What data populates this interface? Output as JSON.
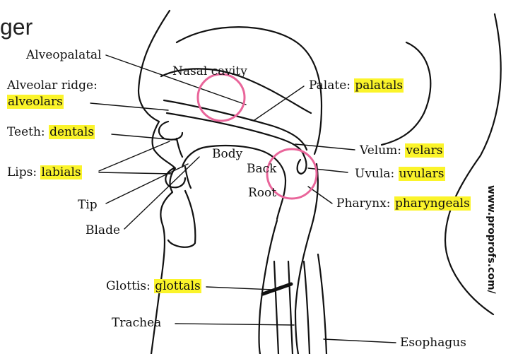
{
  "title_fragment": "ger",
  "watermark": "www.proprofs.com/",
  "highlight_color": "#fbf42a",
  "circle_color": "#e9659a",
  "labels": {
    "alveopalatal": "Alveopalatal",
    "alveolar_ridge": "Alveolar ridge:",
    "alveolars": "alveolars",
    "teeth": "Teeth:",
    "dentals": "dentals",
    "lips": "Lips:",
    "labials": "labials",
    "tip": "Tip",
    "blade": "Blade",
    "body": "Body",
    "back": "Back",
    "root": "Root",
    "nasal_cavity": "Nasal cavity",
    "palate": "Palate:",
    "palatals": "palatals",
    "velum": "Velum:",
    "velars": "velars",
    "uvula": "Uvula:",
    "uvulars": "uvulars",
    "pharynx": "Pharynx:",
    "pharyngeals": "pharyngeals",
    "glottis": "Glottis:",
    "glottals": "glottals",
    "trachea": "Trachea",
    "esophagus": "Esophagus"
  }
}
